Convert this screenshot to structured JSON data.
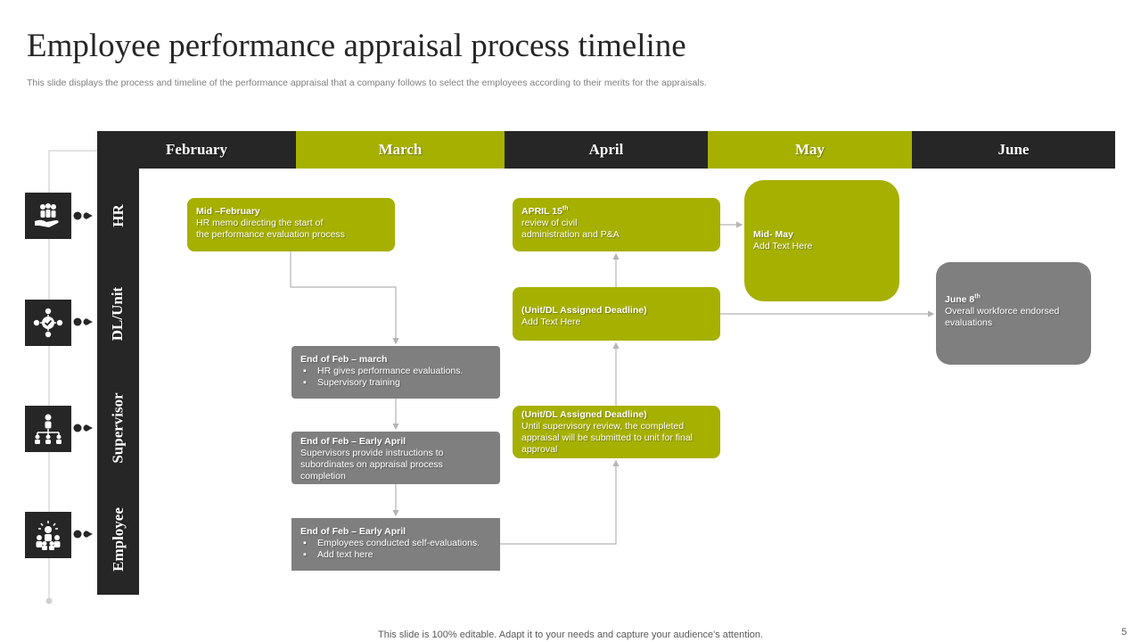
{
  "title": "Employee performance appraisal process timeline",
  "subtitle": "This slide displays the process  and timeline of the performance appraisal that a company follows to select the employees according to their merits for the appraisals.",
  "months": [
    "February",
    "March",
    "April",
    "May",
    "June"
  ],
  "lanes": [
    "HR",
    "DL/Unit",
    "Supervisor",
    "Employee"
  ],
  "lane_icons": [
    "hr-icon",
    "unit-icon",
    "supervisor-icon",
    "employee-icon"
  ],
  "colors": {
    "dark": "#262626",
    "green": "#a6b000",
    "gray": "#7f7f7f"
  },
  "boxes": {
    "mid_feb": {
      "head": "Mid –February",
      "lines": [
        "HR memo  directing the start of",
        "the performance evaluation process"
      ]
    },
    "end_feb_march": {
      "head": "End of Feb – march",
      "bullets": [
        "HR gives performance evaluations.",
        "Supervisory training"
      ]
    },
    "end_feb_april_sup": {
      "head": "End of Feb – Early April",
      "lines": [
        "Supervisors provide instructions to",
        "subordinates  on appraisal process",
        "completion"
      ]
    },
    "end_feb_april_emp": {
      "head": "End of Feb – Early April",
      "bullets": [
        "Employees  conducted self-evaluations.",
        "Add text here"
      ]
    },
    "april15": {
      "head": "APRIL 15",
      "head_sup": "th",
      "lines": [
        "review of civil",
        "administration and P&A"
      ]
    },
    "unit_deadline_1": {
      "head": "(Unit/DL Assigned Deadline)",
      "lines": [
        "Add Text Here"
      ]
    },
    "unit_deadline_2": {
      "head": "(Unit/DL Assigned Deadline)",
      "lines": [
        "Until supervisory review, the completed",
        "appraisal will be submitted to unit for final",
        "approval"
      ]
    },
    "mid_may": {
      "head": "Mid- May",
      "lines": [
        "Add Text Here"
      ]
    },
    "june8": {
      "head": "June 8",
      "head_sup": "th",
      "lines": [
        "Overall workforce endorsed",
        "evaluations"
      ]
    }
  },
  "footer": "This slide is 100% editable. Adapt it to your needs and capture your audience's attention.",
  "page_number": "5"
}
